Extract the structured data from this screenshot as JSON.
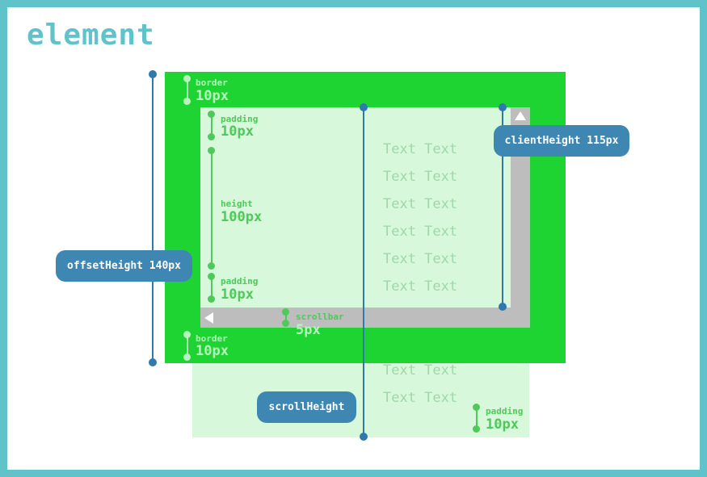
{
  "title": "element",
  "labels": {
    "border_top": {
      "name": "border",
      "value": "10px"
    },
    "padding_top": {
      "name": "padding",
      "value": "10px"
    },
    "height": {
      "name": "height",
      "value": "100px"
    },
    "padding_bottom": {
      "name": "padding",
      "value": "10px"
    },
    "border_bottom": {
      "name": "border",
      "value": "10px"
    },
    "scrollbar": {
      "name": "scrollbar",
      "value": "5px"
    },
    "padding_overflow": {
      "name": "padding",
      "value": "10px"
    }
  },
  "callouts": {
    "client_height": "clientHeight 115px",
    "offset_height": "offsetHeight 140px",
    "scroll_height": "scrollHeight"
  },
  "content_lines": [
    "Text Text",
    "Text Text",
    "Text Text",
    "Text Text",
    "Text Text",
    "Text Text",
    "Text Text",
    "Text Text"
  ],
  "colors": {
    "frame": "#5fc3c9",
    "border_green": "#1ed433",
    "content_bg": "#d8f8dc",
    "scrollbar_gray": "#bdbdbd",
    "measure_blue": "#2f79ad",
    "label_green": "#4ec95a",
    "label_light": "#b8f2bd",
    "content_text": "#9fd8a8"
  }
}
